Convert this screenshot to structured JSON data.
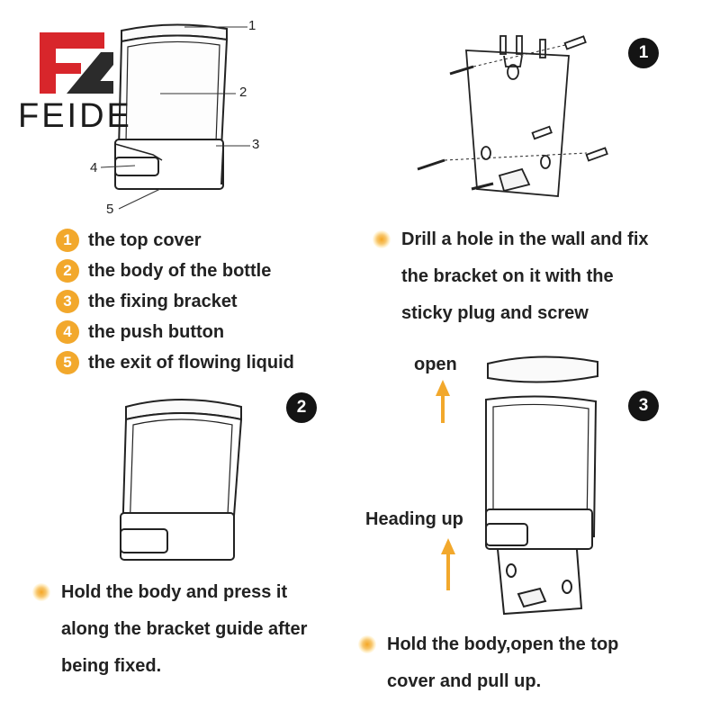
{
  "brand": {
    "name": "FEIDE",
    "logo_icon": "fz-logo-icon"
  },
  "diagram_callouts": [
    "1",
    "2",
    "3",
    "4",
    "5"
  ],
  "parts": [
    {
      "num": "1",
      "label": "the top cover"
    },
    {
      "num": "2",
      "label": "the body of the bottle"
    },
    {
      "num": "3",
      "label": "the fixing bracket"
    },
    {
      "num": "4",
      "label": "the push button"
    },
    {
      "num": "5",
      "label": "the exit of flowing liquid"
    }
  ],
  "steps": [
    {
      "badge": "1",
      "lines": [
        "Drill a hole in the wall and fix",
        "the bracket on it with the",
        "sticky plug and screw"
      ]
    },
    {
      "badge": "2",
      "lines": [
        "Hold the body and press it",
        "along the bracket guide after",
        "being fixed."
      ]
    },
    {
      "badge": "3",
      "lines": [
        "Hold the body,open the top",
        "cover and pull up."
      ]
    }
  ],
  "arrows": {
    "open": "open",
    "heading_up": "Heading up"
  },
  "colors": {
    "accent_orange": "#f2a82c",
    "logo_red": "#d8262b",
    "badge_black": "#141414"
  }
}
